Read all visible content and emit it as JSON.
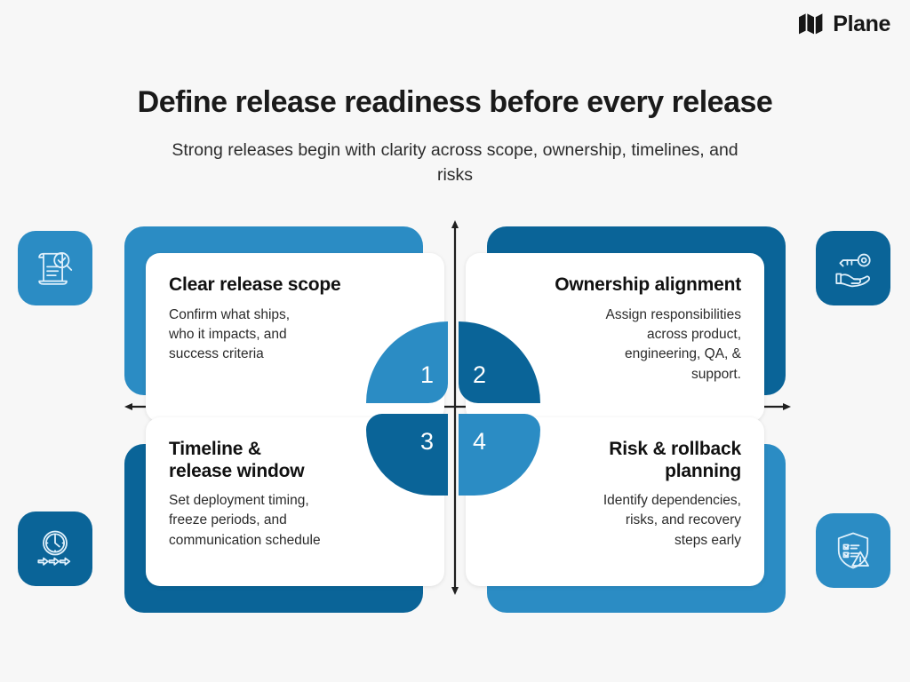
{
  "brand": {
    "name": "Plane",
    "logo_icon": "plane-logo-icon"
  },
  "header": {
    "title": "Define release readiness before every release",
    "subtitle": "Strong releases begin with clarity across scope, ownership, timelines, and risks"
  },
  "colors": {
    "background": "#f7f7f7",
    "light_blue": "#2b8cc4",
    "dark_blue": "#0a6498",
    "card_surface": "#ffffff",
    "axis": "#1f1f1f",
    "title_text": "#1a1a1a",
    "body_text": "#2b2b2b",
    "number_text": "#ffffff"
  },
  "axis": {
    "vertical_top_arrow": "arrow-up-icon",
    "vertical_bottom_arrow": "arrow-down-icon",
    "horizontal_left_arrow": "arrow-left-icon",
    "horizontal_right_arrow": "arrow-right-icon"
  },
  "quadrants": [
    {
      "number": "1",
      "title": "Clear release scope",
      "description": "Confirm what ships,\nwho it impacts, and\nsuccess criteria",
      "accent": "#2b8cc4",
      "position": "top-left"
    },
    {
      "number": "2",
      "title": "Ownership alignment",
      "description": "Assign responsibilities\nacross product,\nengineering, QA, &\nsupport.",
      "accent": "#0a6498",
      "position": "top-right"
    },
    {
      "number": "3",
      "title": "Timeline &\nrelease window",
      "description": "Set deployment timing,\nfreeze periods, and\ncommunication schedule",
      "accent": "#0a6498",
      "position": "bottom-left"
    },
    {
      "number": "4",
      "title": "Risk & rollback\nplanning",
      "description": "Identify dependencies,\nrisks, and recovery\nsteps early",
      "accent": "#2b8cc4",
      "position": "bottom-right"
    }
  ],
  "corner_icons": [
    {
      "id": "icon-tl",
      "icon": "document-magnifier-check-icon",
      "tile_color": "#2b8cc4",
      "position": "top-left"
    },
    {
      "id": "icon-tr",
      "icon": "hand-holding-key-icon",
      "tile_color": "#0a6498",
      "position": "top-right"
    },
    {
      "id": "icon-bl",
      "icon": "clock-arrows-icon",
      "tile_color": "#0a6498",
      "position": "bottom-left"
    },
    {
      "id": "icon-br",
      "icon": "shield-checklist-warning-icon",
      "tile_color": "#2b8cc4",
      "position": "bottom-right"
    }
  ]
}
